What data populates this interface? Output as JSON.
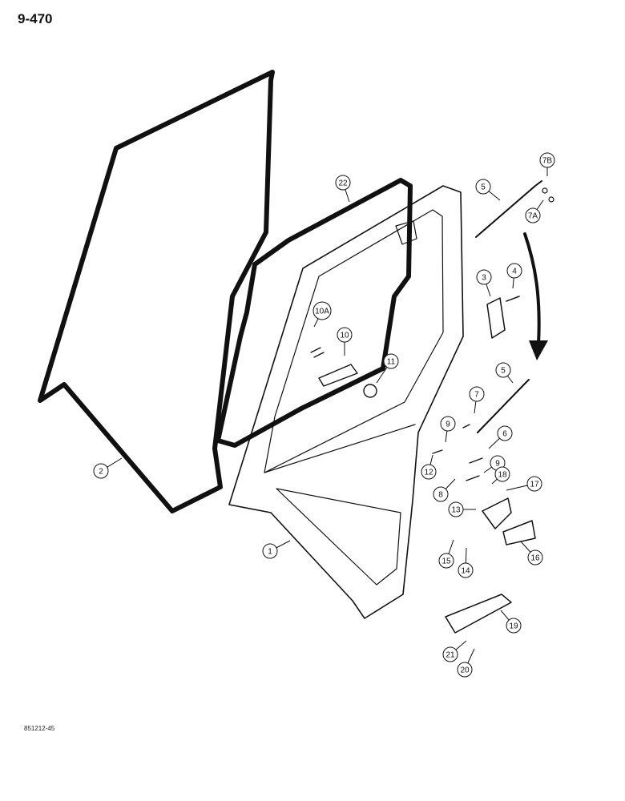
{
  "page": {
    "number": "9-470",
    "drawing_code": "851212-45"
  },
  "callouts": [
    {
      "id": "callout-2",
      "label": "2"
    },
    {
      "id": "callout-22",
      "label": "22"
    },
    {
      "id": "callout-10a",
      "label": "10A"
    },
    {
      "id": "callout-10",
      "label": "10"
    },
    {
      "id": "callout-11",
      "label": "11"
    },
    {
      "id": "callout-1",
      "label": "1"
    },
    {
      "id": "callout-5a",
      "label": "5"
    },
    {
      "id": "callout-7b",
      "label": "7B"
    },
    {
      "id": "callout-7a",
      "label": "7A"
    },
    {
      "id": "callout-3",
      "label": "3"
    },
    {
      "id": "callout-4",
      "label": "4"
    },
    {
      "id": "callout-5b",
      "label": "5"
    },
    {
      "id": "callout-7",
      "label": "7"
    },
    {
      "id": "callout-9a",
      "label": "9"
    },
    {
      "id": "callout-6",
      "label": "6"
    },
    {
      "id": "callout-12",
      "label": "12"
    },
    {
      "id": "callout-9b",
      "label": "9"
    },
    {
      "id": "callout-18",
      "label": "18"
    },
    {
      "id": "callout-8",
      "label": "8"
    },
    {
      "id": "callout-17",
      "label": "17"
    },
    {
      "id": "callout-13",
      "label": "13"
    },
    {
      "id": "callout-15",
      "label": "15"
    },
    {
      "id": "callout-14",
      "label": "14"
    },
    {
      "id": "callout-16",
      "label": "16"
    },
    {
      "id": "callout-19",
      "label": "19"
    },
    {
      "id": "callout-21",
      "label": "21"
    },
    {
      "id": "callout-20",
      "label": "20"
    }
  ]
}
